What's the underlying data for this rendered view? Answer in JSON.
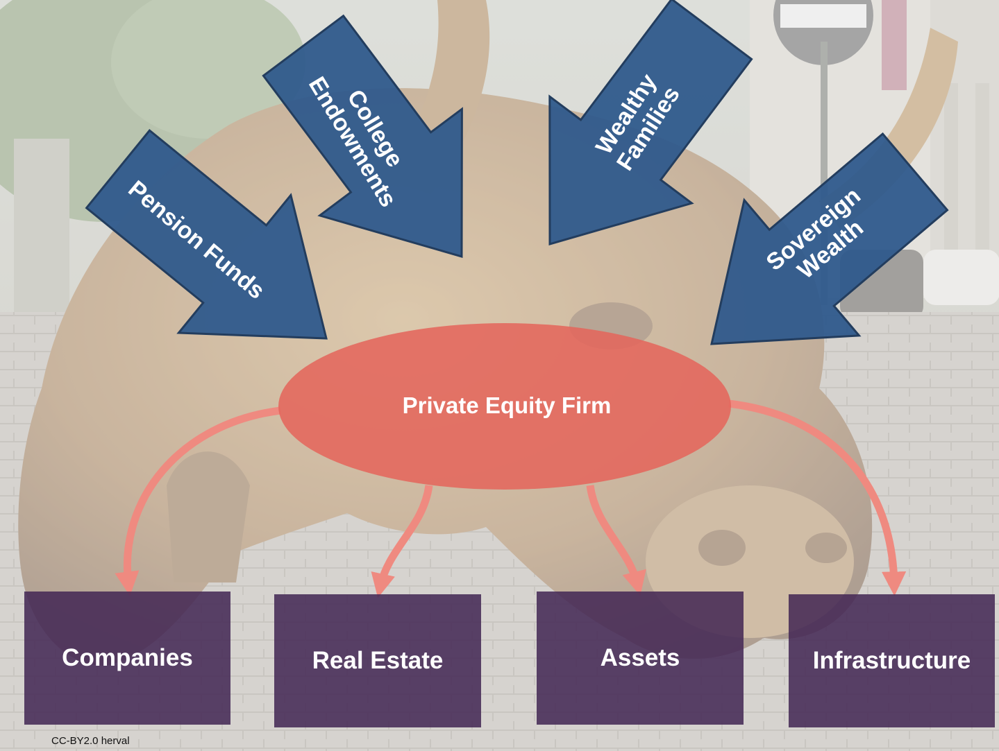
{
  "diagram": {
    "center": {
      "label": "Private Equity Firm"
    },
    "sources": [
      {
        "id": "pension",
        "lines": [
          "Pension Funds"
        ]
      },
      {
        "id": "college",
        "lines": [
          "College",
          "Endowments"
        ]
      },
      {
        "id": "wealthy",
        "lines": [
          "Wealthy",
          "Families"
        ]
      },
      {
        "id": "sovereign",
        "lines": [
          "Sovereign",
          "Wealth"
        ]
      }
    ],
    "targets": [
      {
        "id": "companies",
        "label": "Companies"
      },
      {
        "id": "real-estate",
        "label": "Real Estate"
      },
      {
        "id": "assets",
        "label": "Assets"
      },
      {
        "id": "infrastructure",
        "label": "Infrastructure"
      }
    ]
  },
  "credit": "CC-BY2.0 herval",
  "colors": {
    "source_arrow_fill": "#2f5a8c",
    "source_arrow_stroke": "#233d5e",
    "firm_fill": "#e4675c",
    "flow_arrow": "#ef8a80",
    "target_box": "#422654"
  }
}
